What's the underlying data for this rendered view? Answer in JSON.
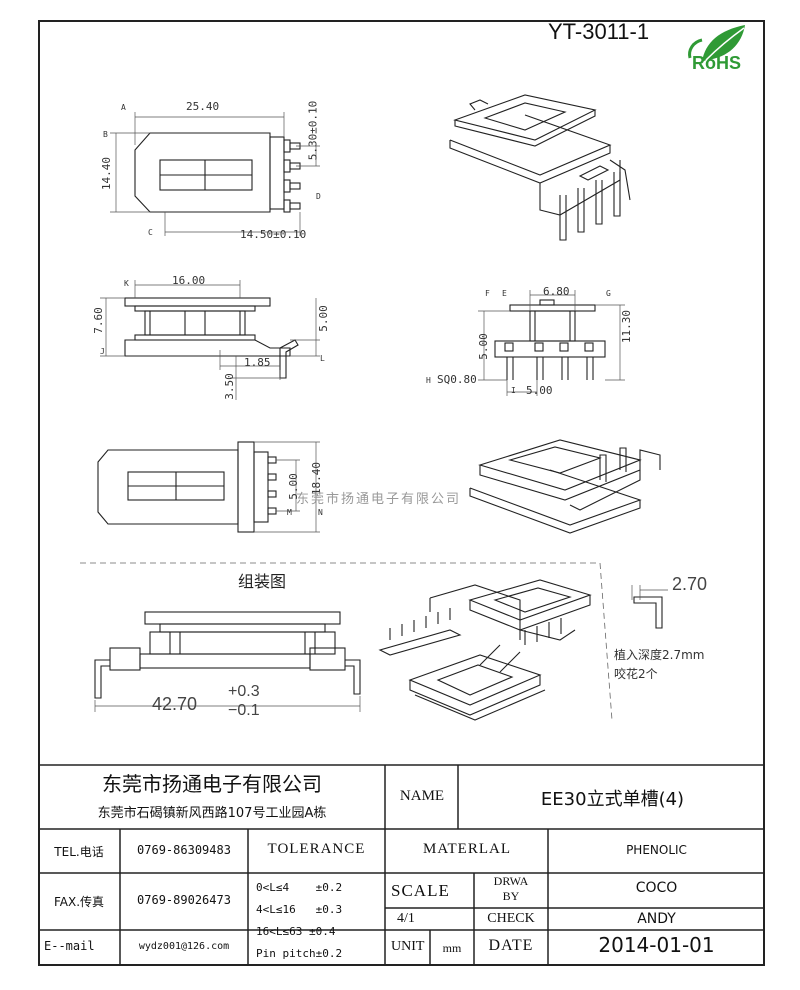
{
  "header": {
    "part_number": "YT-3011-1",
    "rohs_label": "RoHS"
  },
  "views": {
    "top": {
      "ref_a": "A",
      "ref_b": "B",
      "ref_c": "C",
      "ref_d": "D",
      "dim_a": "25.40",
      "dim_b": "14.40",
      "dim_c": "14.50±0.10",
      "dim_d": "5.30±0.10"
    },
    "front": {
      "ref_k": "K",
      "ref_j": "J",
      "ref_l": "L",
      "dim_k": "16.00",
      "dim_j": "7.60",
      "dim_l": "5.00",
      "dim_185": "1.85",
      "dim_350": "3.50"
    },
    "side": {
      "ref_f": "F",
      "ref_e": "E",
      "ref_g": "G",
      "ref_h": "H",
      "ref_i": "I",
      "dim_e": "6.80",
      "dim_f": "5.00",
      "dim_g": "11.30",
      "dim_h": "SQ0.80",
      "dim_i": "5.00"
    },
    "bottom": {
      "ref_m": "M",
      "ref_n": "N",
      "dim_m": "5.00",
      "dim_n": "18.40"
    },
    "watermark": "东莞市扬通电子有限公司",
    "assembly": {
      "title": "组装图",
      "length": "42.70",
      "tol_plus": "+0.3",
      "tol_minus": "−0.1",
      "pin_dim": "2.70",
      "note1": "植入深度2.7mm",
      "note2": "咬花2个"
    }
  },
  "title_block": {
    "company": "东莞市扬通电子有限公司",
    "address": "东莞市石碣镇新风西路107号工业园A栋",
    "name_label": "NAME",
    "name_value": "EE30立式单槽(4)",
    "tel_label": "TEL.电话",
    "tel_value": "0769-86309483",
    "fax_label": "FAX.传真",
    "fax_value": "0769-89026473",
    "email_label": "E--mail",
    "email_value": "wydz001@126.com",
    "tolerance_label": "TOLERANCE",
    "tol_lines": [
      "0<L≤4    ±0.2",
      "4<L≤16   ±0.3",
      "16<L≤63 ±0.4",
      "Pin pitch±0.2"
    ],
    "material_label": "MATERLAL",
    "material_value": "PHENOLIC",
    "scale_label": "SCALE",
    "scale_value": "4/1",
    "drawn_label": "DRWA BY",
    "drawn_value": "COCO",
    "check_label": "CHECK",
    "check_value": "ANDY",
    "unit_label": "UNIT",
    "unit_value": "mm",
    "date_label": "DATE",
    "date_value": "2014-01-01"
  }
}
